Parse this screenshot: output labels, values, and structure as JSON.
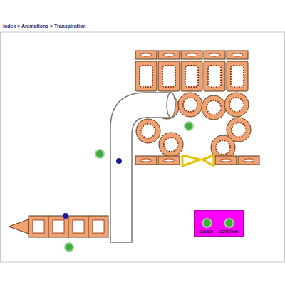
{
  "diagram": {
    "nodes": [
      {
        "text": [
          "pause",
          "continue"
        ]
      }
    ],
    "labels": [
      "index > Animations > Transpiration"
    ]
  }
}
